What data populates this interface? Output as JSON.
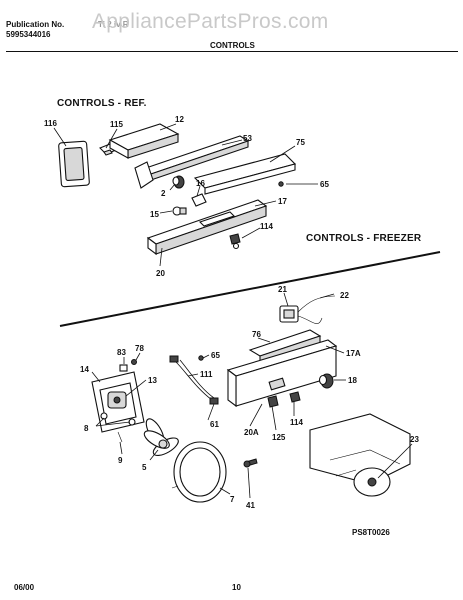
{
  "header": {
    "publication_label": "Publication No.",
    "publication_number": "5995344016",
    "model_fragment": "Ti 2 iv R",
    "section_title": "CONTROLS",
    "watermark": "AppliancePartsPros.com"
  },
  "sections": {
    "ref": "CONTROLS - REF.",
    "freezer": "CONTROLS - FREEZER"
  },
  "callouts": {
    "c116": "116",
    "c115": "115",
    "c12": "12",
    "c53": "53",
    "c75": "75",
    "c65a": "65",
    "c2": "2",
    "c16": "16",
    "c17": "17",
    "c15": "15",
    "c114a": "114",
    "c20": "20",
    "c21": "21",
    "c22": "22",
    "c76": "76",
    "c17a": "17A",
    "c18": "18",
    "c83": "83",
    "c78": "78",
    "c65b": "65",
    "c14": "14",
    "c13": "13",
    "c111": "111",
    "c8": "8",
    "c61": "61",
    "c20a": "20A",
    "c125": "125",
    "c114b": "114",
    "c9": "9",
    "c5": "5",
    "c23": "23",
    "c7": "7",
    "c41": "41"
  },
  "footer": {
    "diagram_code": "PS8T0026",
    "date": "06/00",
    "page_number": "10"
  }
}
